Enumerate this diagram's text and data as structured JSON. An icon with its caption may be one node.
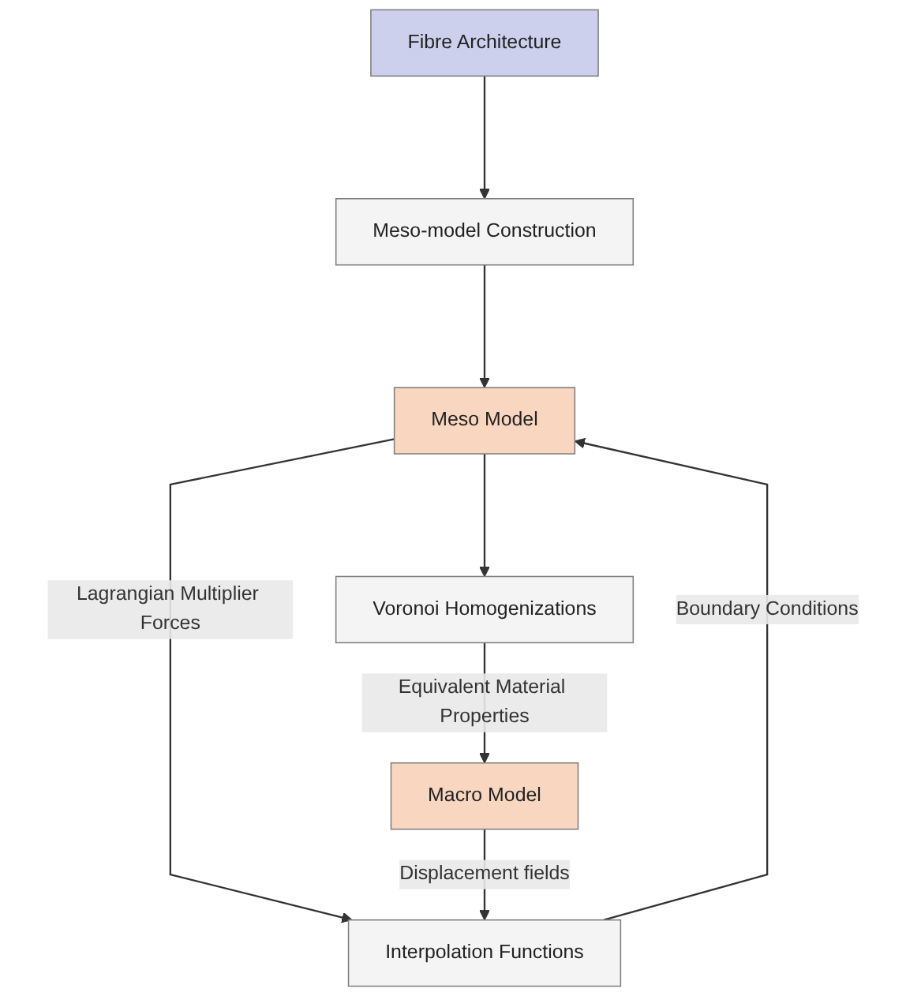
{
  "diagram": {
    "nodes": [
      {
        "text": [
          "Fibre Architecture"
        ]
      },
      {
        "text": [
          "Meso-model Construction"
        ]
      },
      {
        "text": [
          "Meso Model"
        ]
      },
      {
        "text": [
          "Interpolation Functions"
        ]
      },
      {
        "text": [
          "Voronoi Homogenizations"
        ]
      },
      {
        "text": [
          "Macro Model"
        ]
      }
    ],
    "edges": [
      {
        "from": 0,
        "to": 1,
        "arrow": "to"
      },
      {
        "from": 1,
        "to": 2,
        "arrow": "to"
      },
      {
        "from": 3,
        "to": 2,
        "arrow": "to",
        "label": "Boundary Conditions"
      },
      {
        "from": 2,
        "to": 3,
        "arrow": "to",
        "label": "Lagrangian Multiplier Forces"
      },
      {
        "from": 2,
        "to": 4,
        "arrow": "to"
      },
      {
        "from": 4,
        "to": 5,
        "arrow": "to",
        "label": "Equivalent Material Properties"
      },
      {
        "from": 5,
        "to": 3,
        "arrow": "to",
        "label": "Displacement fields"
      }
    ]
  }
}
